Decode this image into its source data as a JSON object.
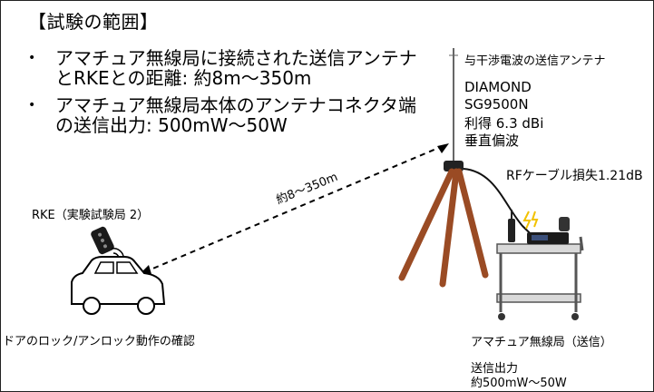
{
  "title": "【試験の範囲】",
  "bullets": [
    {
      "marker": "•",
      "line1": "アマチュア無線局に接続された送信アンテナ",
      "line2": "とRKEとの距離: 約8m〜350m"
    },
    {
      "marker": "•",
      "line1": "アマチュア無線局本体のアンテナコネクタ端",
      "line2": "の送信出力: 500mW〜50W"
    }
  ],
  "antenna": {
    "title": "与干渉電波の送信アンテナ",
    "maker": "DIAMOND",
    "model": "SG9500N",
    "gain": "利得 6.3 dBi",
    "polarization": "垂直偏波"
  },
  "rf_cable_loss": "RFケーブル損失1.21dB",
  "distance_label": "約8〜350m",
  "rke_label": "RKE（実験試験局 2）",
  "door_label": "ドアのロック/アンロック動作の確認",
  "station_label": "アマチュア無線局（送信）",
  "power": {
    "title": "送信出力",
    "value": "約500mW〜50W"
  },
  "colors": {
    "tripod": "#9a4b24",
    "antenna": "#555555",
    "car_body": "#ffffff",
    "outline": "#000000"
  }
}
